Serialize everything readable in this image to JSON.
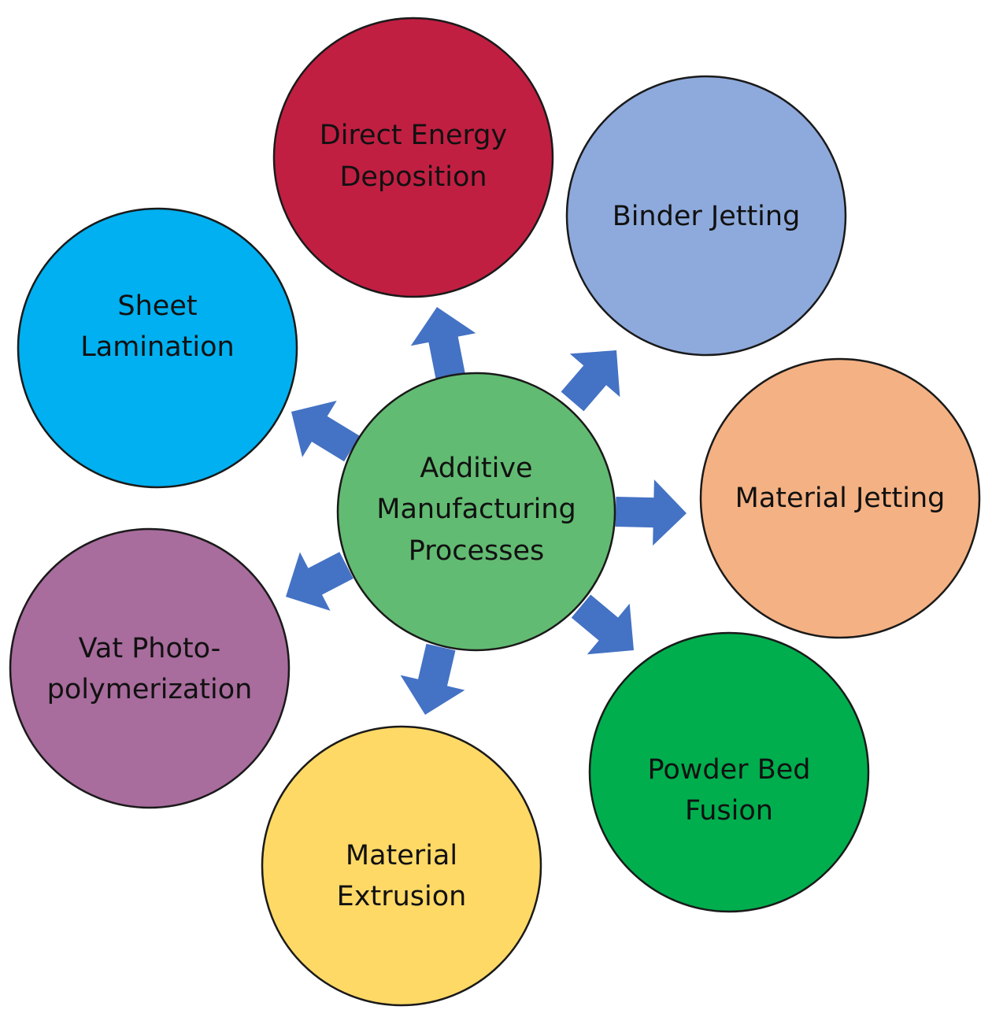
{
  "center": {
    "lines": [
      "Additive",
      "Manufacturing",
      "Processes"
    ],
    "color": "#62bb72"
  },
  "processes": [
    {
      "id": "direct-energy-deposition",
      "lines": [
        "Direct Energy",
        "Deposition"
      ],
      "color": "#c11f42"
    },
    {
      "id": "binder-jetting",
      "lines": [
        "Binder Jetting"
      ],
      "color": "#8eaadc"
    },
    {
      "id": "material-jetting",
      "lines": [
        "Material Jetting"
      ],
      "color": "#f4b183"
    },
    {
      "id": "powder-bed-fusion",
      "lines": [
        "Powder Bed",
        "Fusion"
      ],
      "color": "#00ae4d"
    },
    {
      "id": "material-extrusion",
      "lines": [
        "Material",
        "Extrusion"
      ],
      "color": "#ffd966"
    },
    {
      "id": "vat-photopolymerization",
      "lines": [
        "Vat Photo-",
        "polymerization"
      ],
      "color": "#a86c9d"
    },
    {
      "id": "sheet-lamination",
      "lines": [
        "Sheet",
        "Lamination"
      ],
      "color": "#00b0f0"
    }
  ],
  "arrow_color": "#4472c4"
}
